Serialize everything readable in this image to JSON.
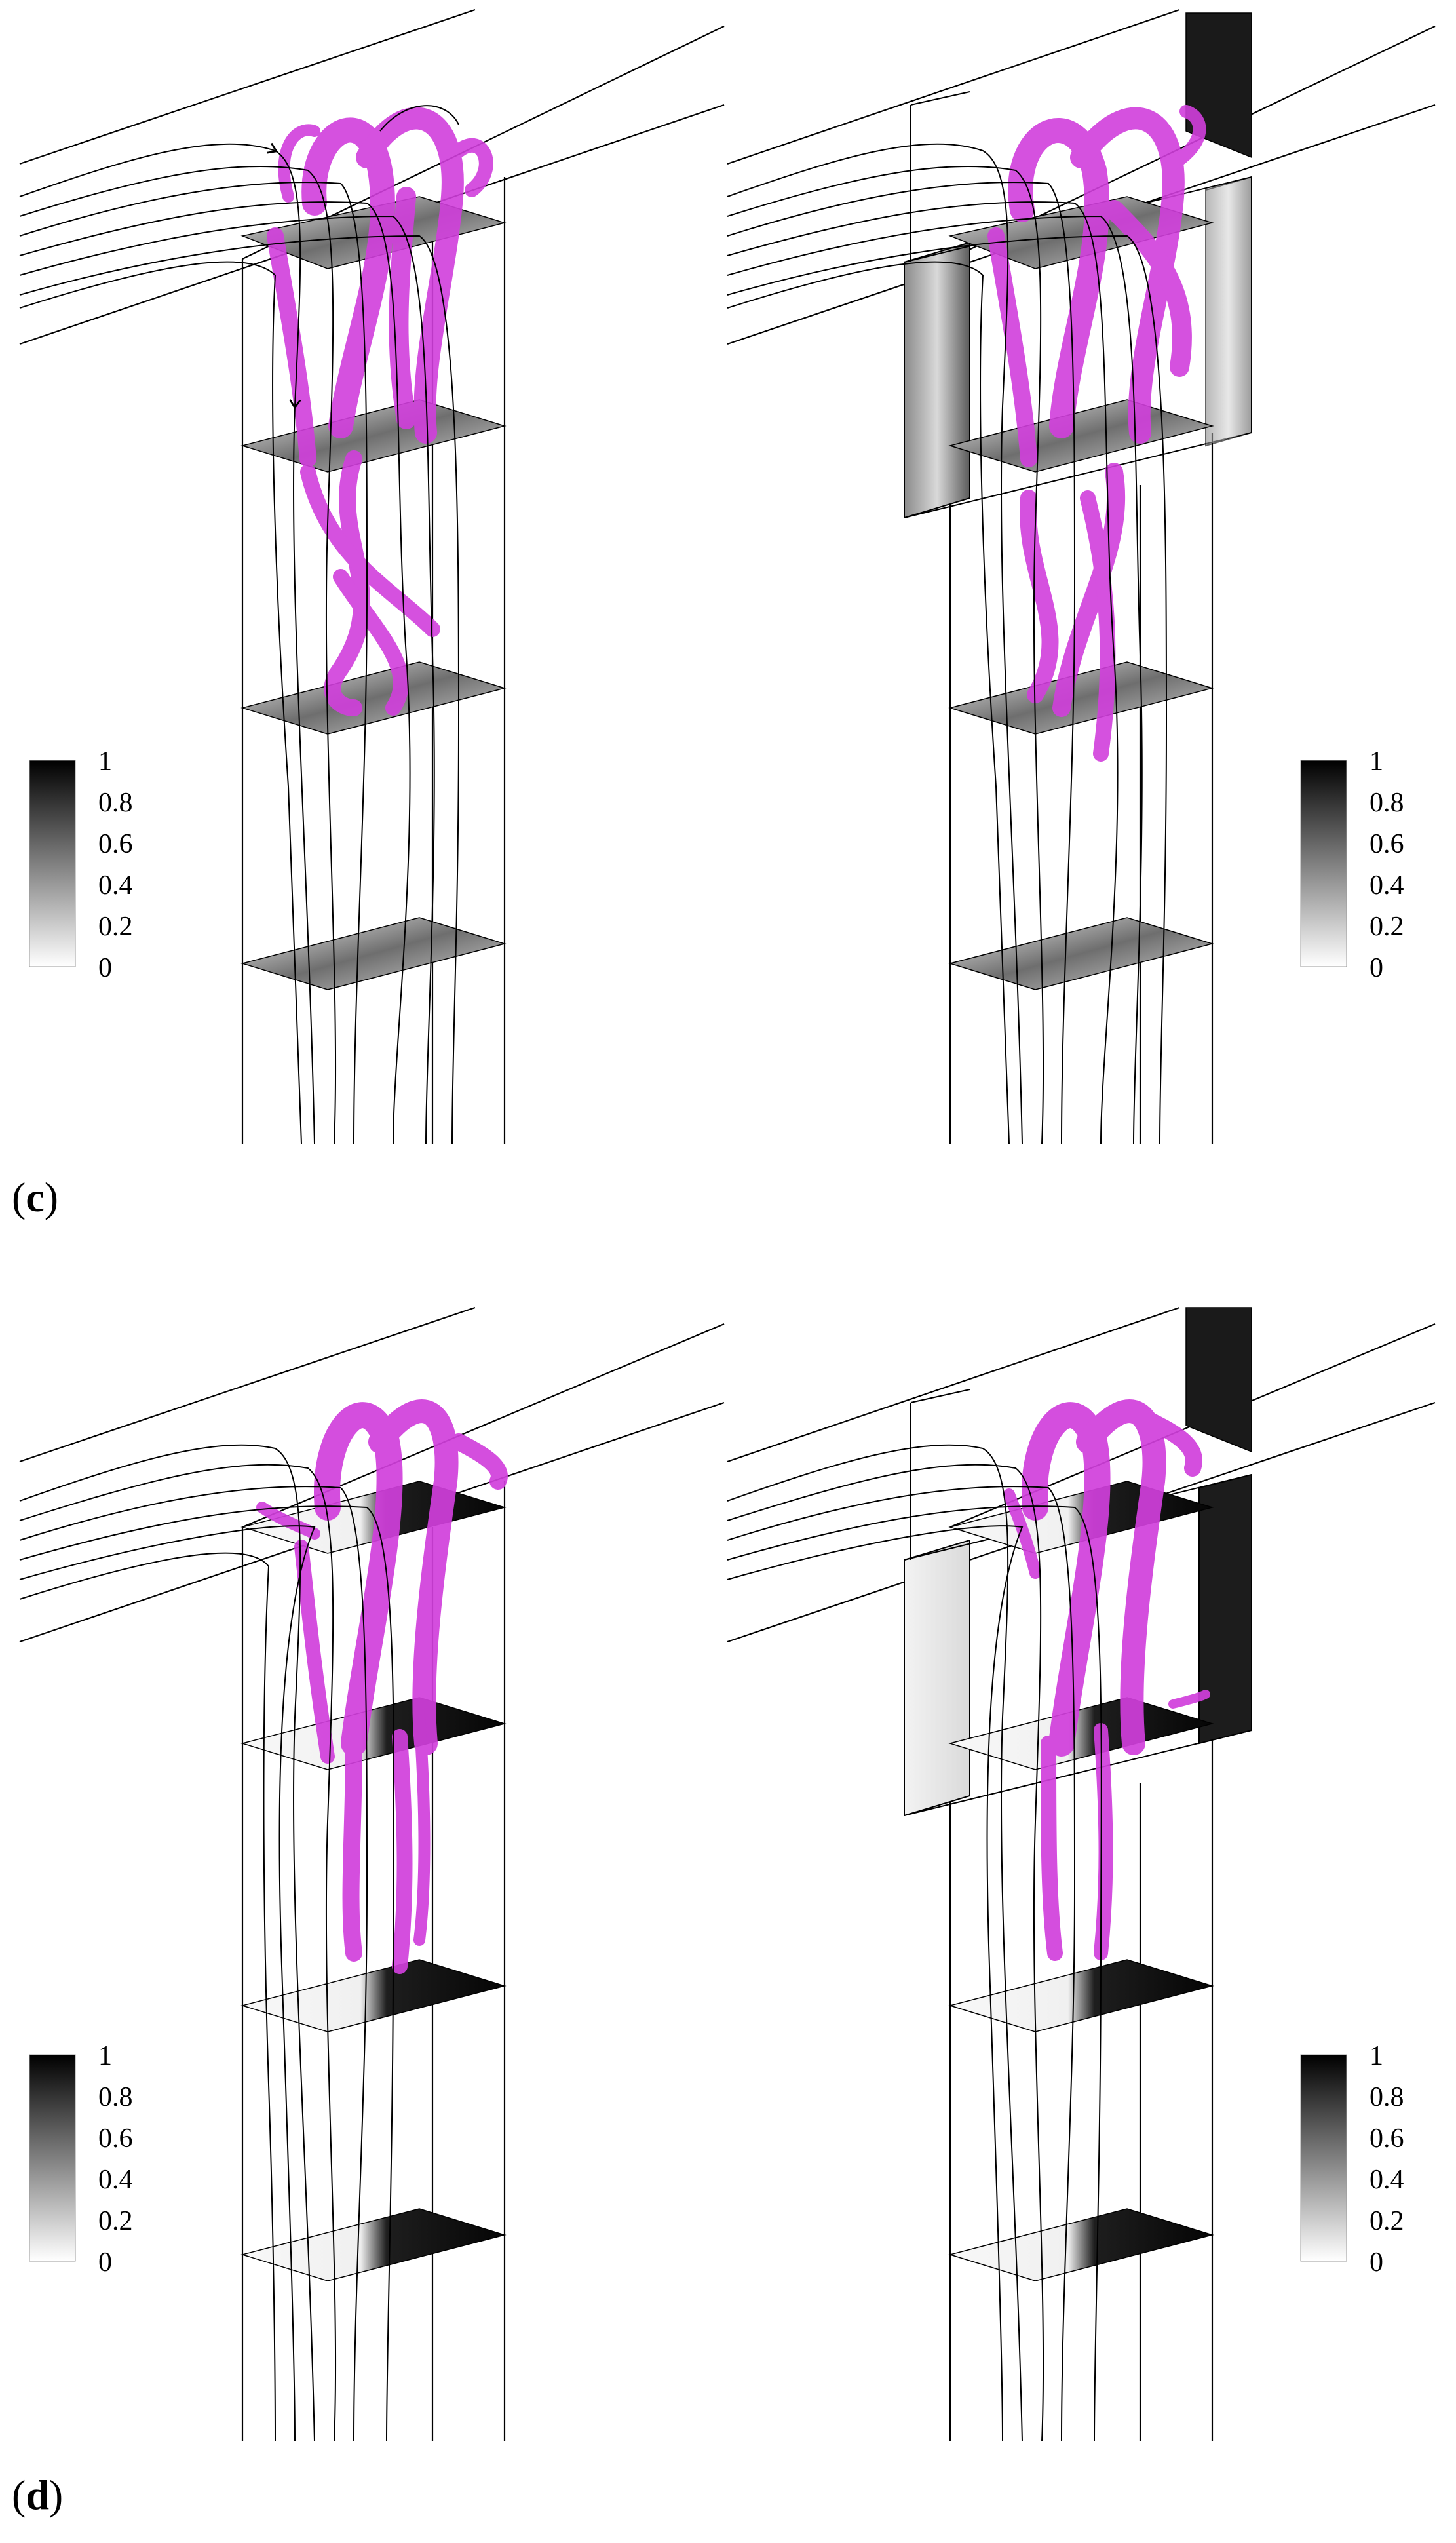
{
  "panels": [
    {
      "label": "(",
      "letter": "c",
      "close": ")"
    },
    {
      "label": "(",
      "letter": "d",
      "close": ")"
    }
  ],
  "colorbar": {
    "ticks": [
      "1",
      "0.8",
      "0.6",
      "0.4",
      "0.2",
      "0"
    ]
  },
  "colors": {
    "vortex": "#d13fdc",
    "vortex_dark": "#9a1fa8",
    "line": "#000000"
  }
}
